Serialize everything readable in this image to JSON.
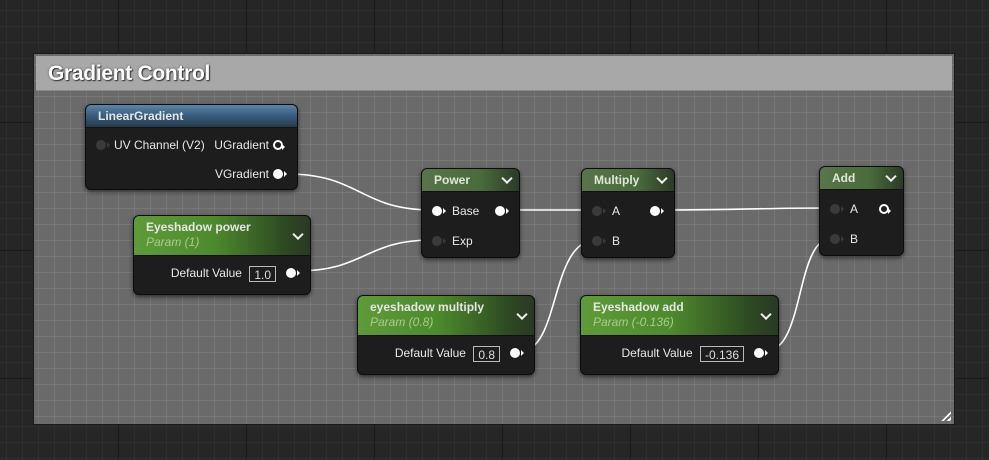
{
  "comment": {
    "title": "Gradient Control"
  },
  "nodes": {
    "linear_gradient": {
      "title": "LinearGradient",
      "inputs": [
        {
          "label": "UV Channel (V2)"
        }
      ],
      "outputs": [
        {
          "label": "UGradient"
        },
        {
          "label": "VGradient"
        }
      ]
    },
    "eyeshadow_power": {
      "title": "Eyeshadow power",
      "subtitle": "Param (1)",
      "default_label": "Default Value",
      "default_value": "1.0"
    },
    "power": {
      "title": "Power",
      "inputs": [
        {
          "label": "Base"
        },
        {
          "label": "Exp"
        }
      ]
    },
    "multiply": {
      "title": "Multiply",
      "inputs": [
        {
          "label": "A"
        },
        {
          "label": "B"
        }
      ]
    },
    "add": {
      "title": "Add",
      "inputs": [
        {
          "label": "A"
        },
        {
          "label": "B"
        }
      ]
    },
    "eyeshadow_multiply": {
      "title": "eyeshadow multiply",
      "subtitle": "Param (0.8)",
      "default_label": "Default Value",
      "default_value": "0.8"
    },
    "eyeshadow_add": {
      "title": "Eyeshadow add",
      "subtitle": "Param (-0.136)",
      "default_label": "Default Value",
      "default_value": "-0.136"
    }
  },
  "colors": {
    "canvas": "#262626",
    "comment_body": "#6a6a6a",
    "comment_header": "#a8a8a8",
    "param_header": "#5f9a3a",
    "math_header": "#58744b",
    "texture_header": "#3a5f80",
    "wire": "#ffffff"
  }
}
